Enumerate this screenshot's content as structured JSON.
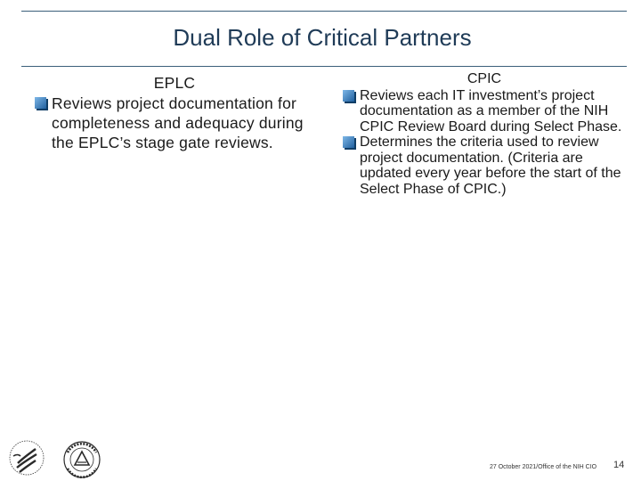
{
  "slide": {
    "title": "Dual Role of Critical Partners",
    "left": {
      "heading": "EPLC",
      "bullets": [
        "Reviews project documentation for completeness and adequacy during the EPLC’s stage gate reviews."
      ]
    },
    "right": {
      "heading": "CPIC",
      "bullets": [
        "Reviews each IT investment’s project documentation as a member of the NIH CPIC Review Board during Select Phase.",
        "Determines the criteria used to review project documentation. (Criteria are updated every year before the start of the Select Phase of CPIC.)"
      ]
    },
    "footer": {
      "text": "27 October 2021/Office of the NIH CIO",
      "page_number": "14"
    },
    "icons": {
      "bullet": "square-bullet-icon",
      "logos": [
        "hhs-eagle-logo",
        "nih-seal-logo"
      ]
    },
    "colors": {
      "title": "#1f3b57",
      "rule": "#3b5f7a",
      "bullet": "#1f6fb5"
    }
  }
}
